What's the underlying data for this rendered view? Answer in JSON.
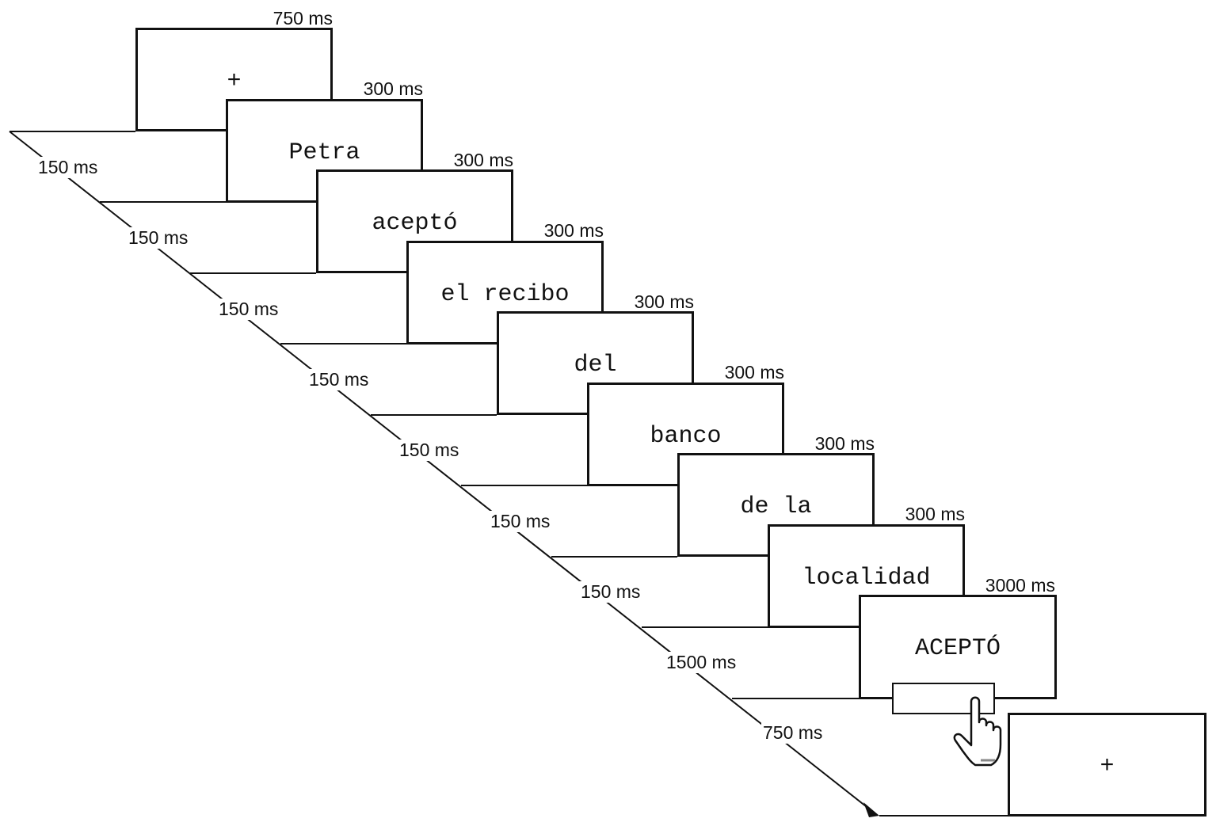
{
  "frames": [
    {
      "word": "+",
      "duration": "750 ms"
    },
    {
      "word": "Petra",
      "duration": "300 ms"
    },
    {
      "word": "aceptó",
      "duration": "300 ms"
    },
    {
      "word": "el recibo",
      "duration": "300 ms"
    },
    {
      "word": "del",
      "duration": "300 ms"
    },
    {
      "word": "banco",
      "duration": "300 ms"
    },
    {
      "word": "de la",
      "duration": "300 ms"
    },
    {
      "word": "localidad",
      "duration": "300 ms"
    },
    {
      "word": "ACEPTÓ",
      "duration": "3000 ms"
    }
  ],
  "final_frame": {
    "word": "+"
  },
  "intervals": [
    "150 ms",
    "150 ms",
    "150 ms",
    "150 ms",
    "150 ms",
    "150 ms",
    "150 ms",
    "1500 ms",
    "750 ms"
  ],
  "icons": {
    "response": "pointing-hand-icon",
    "arrow": "arrow-head-icon"
  }
}
